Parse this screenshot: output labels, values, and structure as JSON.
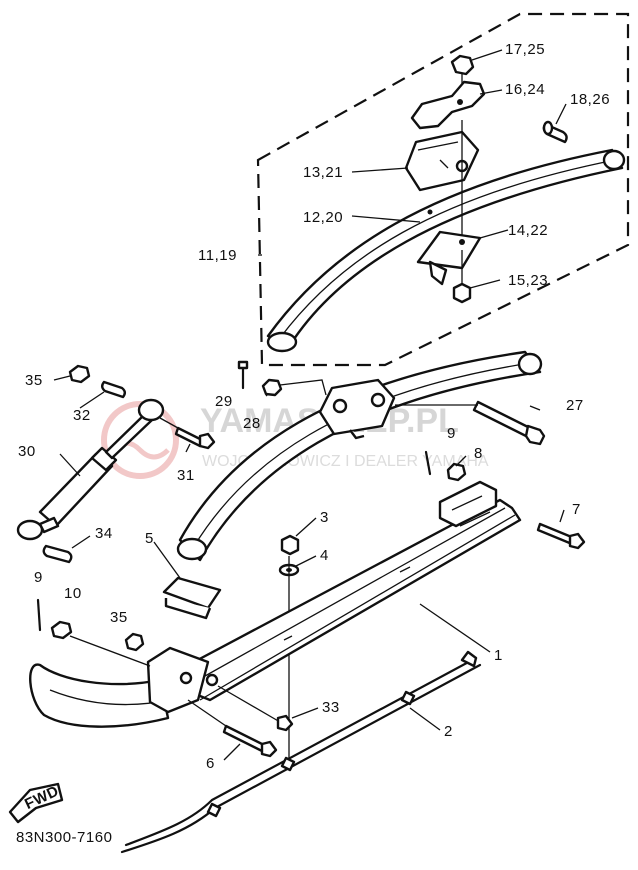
{
  "callouts": [
    {
      "id": "p17",
      "text": "17,25"
    },
    {
      "id": "p16",
      "text": "16,24"
    },
    {
      "id": "p18",
      "text": "18,26"
    },
    {
      "id": "p13",
      "text": "13,21"
    },
    {
      "id": "p12",
      "text": "12,20"
    },
    {
      "id": "p14",
      "text": "14,22"
    },
    {
      "id": "p11",
      "text": "11,19"
    },
    {
      "id": "p15",
      "text": "15,23"
    },
    {
      "id": "p35a",
      "text": "35"
    },
    {
      "id": "p32",
      "text": "32"
    },
    {
      "id": "p29",
      "text": "29"
    },
    {
      "id": "p28",
      "text": "28"
    },
    {
      "id": "p27",
      "text": "27"
    },
    {
      "id": "p30",
      "text": "30"
    },
    {
      "id": "p31",
      "text": "31"
    },
    {
      "id": "p9a",
      "text": "9"
    },
    {
      "id": "p8",
      "text": "8"
    },
    {
      "id": "p3",
      "text": "3"
    },
    {
      "id": "p7",
      "text": "7"
    },
    {
      "id": "p34",
      "text": "34"
    },
    {
      "id": "p5",
      "text": "5"
    },
    {
      "id": "p4",
      "text": "4"
    },
    {
      "id": "p9b",
      "text": "9"
    },
    {
      "id": "p10",
      "text": "10"
    },
    {
      "id": "p35b",
      "text": "35"
    },
    {
      "id": "p1",
      "text": "1"
    },
    {
      "id": "p33",
      "text": "33"
    },
    {
      "id": "p2",
      "text": "2"
    },
    {
      "id": "p6",
      "text": "6"
    }
  ],
  "diagram_code": "83N300-7160",
  "direction_tag": "FWD",
  "watermark": {
    "main": "YAMASKLEP.PL",
    "sub": "WOJCIECHOWICZ I DEALER YAMAHA"
  }
}
